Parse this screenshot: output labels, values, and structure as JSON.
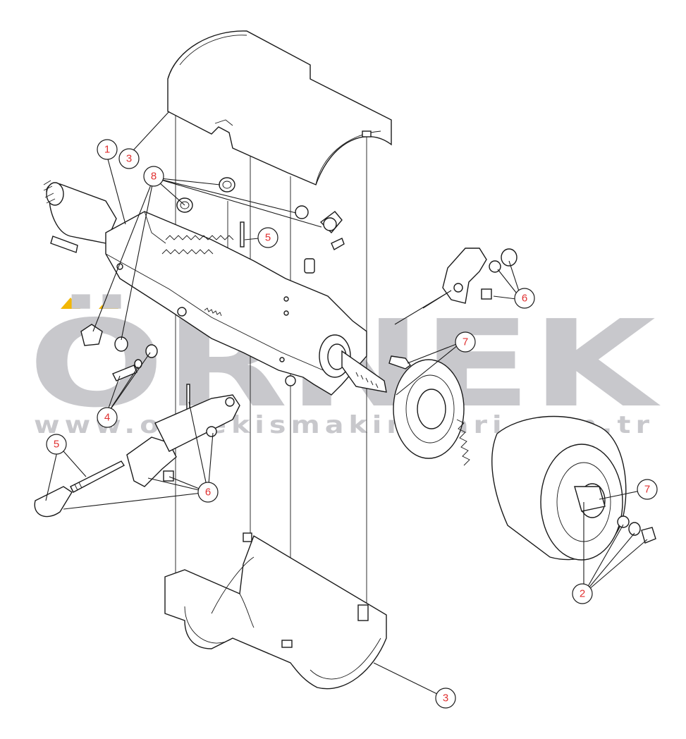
{
  "watermark": {
    "brand": "ÖRNEK",
    "url": "www.ornekismakinalari.com.tr",
    "accent_color": "#f2b705",
    "gray_color": "#c8c8cc"
  },
  "callouts": [
    {
      "id": "c1",
      "label": "1"
    },
    {
      "id": "c3a",
      "label": "3"
    },
    {
      "id": "c8",
      "label": "8"
    },
    {
      "id": "c5a",
      "label": "5"
    },
    {
      "id": "c6a",
      "label": "6"
    },
    {
      "id": "c7a",
      "label": "7"
    },
    {
      "id": "c4",
      "label": "4"
    },
    {
      "id": "c5b",
      "label": "5"
    },
    {
      "id": "c6b",
      "label": "6"
    },
    {
      "id": "c7b",
      "label": "7"
    },
    {
      "id": "c2",
      "label": "2"
    },
    {
      "id": "c3b",
      "label": "3"
    }
  ],
  "colors": {
    "line": "#1a1a1a",
    "callout_text": "#e03030",
    "background": "#ffffff"
  }
}
